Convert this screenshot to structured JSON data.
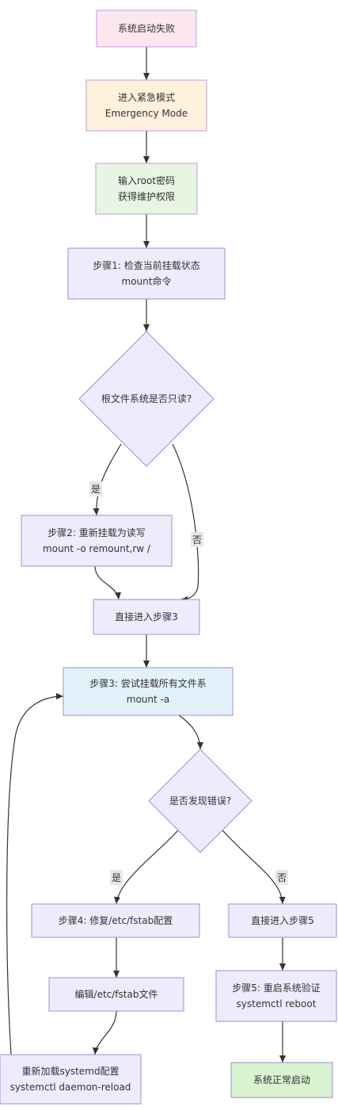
{
  "nodes": {
    "n1": {
      "lines": [
        "系统启动失败"
      ],
      "fill": "#fde7ef",
      "stroke": "#b9a0d8"
    },
    "n2": {
      "lines": [
        "进入紧急模式",
        "Emergency Mode"
      ],
      "fill": "#fff1dc",
      "stroke": "#b9a0d8"
    },
    "n3": {
      "lines": [
        "输入root密码",
        "获得维护权限"
      ],
      "fill": "#e8f5e2",
      "stroke": "#b9a0d8"
    },
    "n4": {
      "lines": [
        "步骤1: 检查当前挂载状态",
        "mount命令"
      ],
      "fill": "#ececfd",
      "stroke": "#9b8fd6"
    },
    "d1": {
      "lines": [
        "根文件系统是否只读?"
      ],
      "fill": "#ececfd",
      "stroke": "#9b8fd6"
    },
    "n5": {
      "lines": [
        "步骤2: 重新挂载为读写",
        "mount -o remount,rw /"
      ],
      "fill": "#ececfd",
      "stroke": "#9b8fd6"
    },
    "n6": {
      "lines": [
        "直接进入步骤3"
      ],
      "fill": "#ececfd",
      "stroke": "#9b8fd6"
    },
    "n7": {
      "lines": [
        "步骤3: 尝试挂载所有文件系",
        "mount -a"
      ],
      "fill": "#e3f1fb",
      "stroke": "#9b8fd6"
    },
    "d2": {
      "lines": [
        "是否发现错误?"
      ],
      "fill": "#ececfd",
      "stroke": "#9b8fd6"
    },
    "n8": {
      "lines": [
        "步骤4: 修复/etc/fstab配置"
      ],
      "fill": "#ececfd",
      "stroke": "#9b8fd6"
    },
    "n9": {
      "lines": [
        "编辑/etc/fstab文件"
      ],
      "fill": "#ececfd",
      "stroke": "#9b8fd6"
    },
    "n10": {
      "lines": [
        "重新加载systemd配置",
        "systemctl daemon-reload"
      ],
      "fill": "#ececfd",
      "stroke": "#9b8fd6"
    },
    "n11": {
      "lines": [
        "直接进入步骤5"
      ],
      "fill": "#ececfd",
      "stroke": "#9b8fd6"
    },
    "n12": {
      "lines": [
        "步骤5: 重启系统验证",
        "systemctl reboot"
      ],
      "fill": "#ececfd",
      "stroke": "#9b8fd6"
    },
    "n13": {
      "lines": [
        "系统正常启动"
      ],
      "fill": "#d9f2d0",
      "stroke": "#9b8fd6"
    }
  },
  "edges": [
    {
      "from": "n1",
      "to": "n2",
      "label": ""
    },
    {
      "from": "n2",
      "to": "n3",
      "label": ""
    },
    {
      "from": "n3",
      "to": "n4",
      "label": ""
    },
    {
      "from": "n4",
      "to": "d1",
      "label": ""
    },
    {
      "from": "d1",
      "to": "n5",
      "label": "是"
    },
    {
      "from": "d1",
      "to": "n6",
      "label": "否"
    },
    {
      "from": "n5",
      "to": "n6",
      "label": ""
    },
    {
      "from": "n6",
      "to": "n7",
      "label": ""
    },
    {
      "from": "n7",
      "to": "d2",
      "label": ""
    },
    {
      "from": "d2",
      "to": "n8",
      "label": "是"
    },
    {
      "from": "d2",
      "to": "n11",
      "label": "否"
    },
    {
      "from": "n8",
      "to": "n9",
      "label": ""
    },
    {
      "from": "n9",
      "to": "n10",
      "label": ""
    },
    {
      "from": "n10",
      "to": "n7",
      "label": ""
    },
    {
      "from": "n11",
      "to": "n12",
      "label": ""
    },
    {
      "from": "n12",
      "to": "n13",
      "label": ""
    }
  ]
}
